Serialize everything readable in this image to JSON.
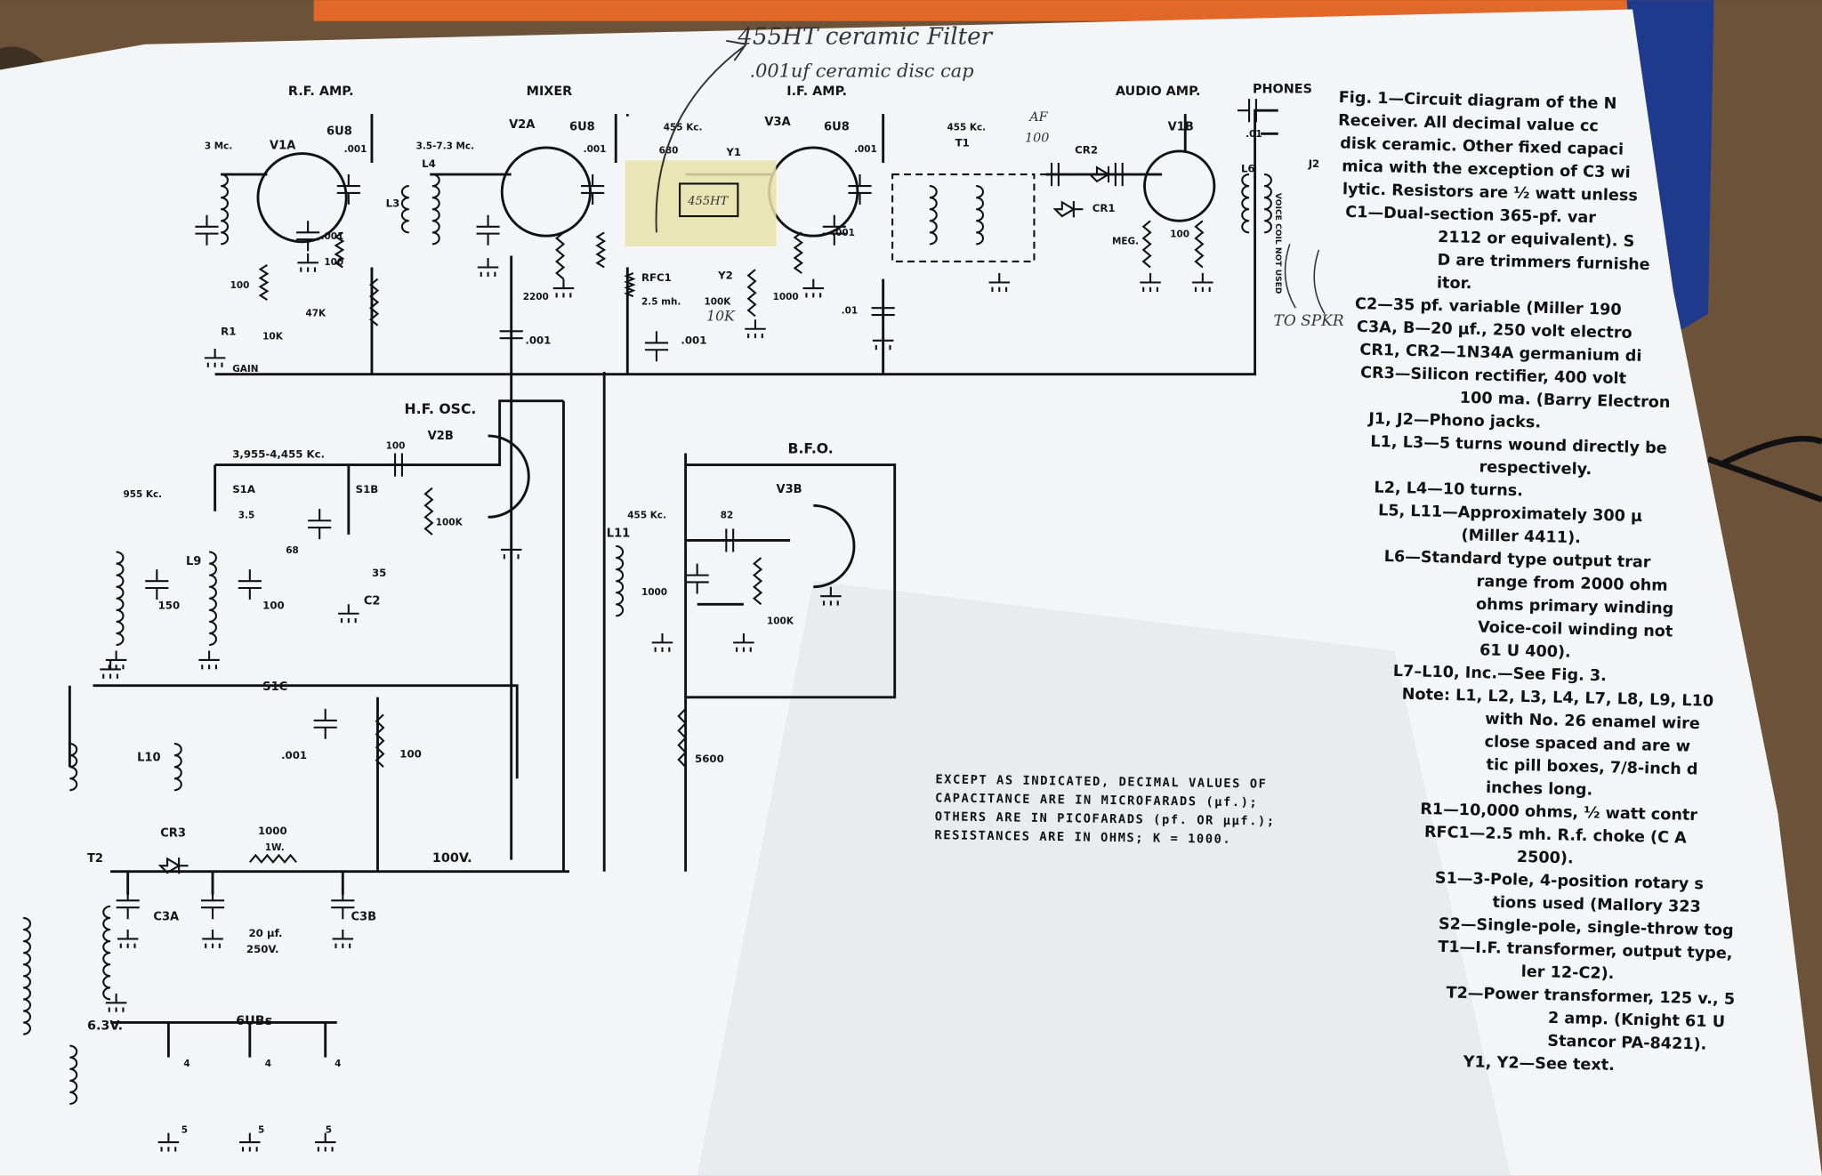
{
  "diagram": {
    "sections": {
      "rf_amp": "R.F. AMP.",
      "mixer": "MIXER",
      "if_amp": "I.F. AMP.",
      "audio_amp": "AUDIO AMP.",
      "phones": "PHONES",
      "hf_osc": "H.F. OSC.",
      "bfo": "B.F.O.",
      "heaters": "6UBs",
      "heater_voltage": "6.3V.",
      "b_plus": "100V."
    },
    "components": {
      "v1a": "V1A",
      "v2a": "V2A",
      "v3a": "V3A",
      "v1b": "V1B",
      "v2b": "V2B",
      "v3b": "V3B",
      "tube_type": "6U8",
      "freq_3mc": "3 Mc.",
      "freq_rf_range": "3.5-7.3 Mc.",
      "freq_if": "455 Kc.",
      "freq_osc": "3,955-4,455 Kc.",
      "freq_955": "955 Kc.",
      "cap_001": ".001",
      "cap_01": ".01",
      "r_100": "100",
      "r_10k": "10K",
      "r_47k": "47K",
      "r_100k": "100K",
      "r_2200": "2200",
      "r_1000": "1000",
      "r_5600": "5600",
      "r_meg": "MEG.",
      "gain": "GAIN",
      "r1": "R1",
      "rfc1": "RFC1",
      "rfc_value": "2.5 mh.",
      "cap_680": "680",
      "cap_100": "100",
      "cap_82": "82",
      "cap_68": "68",
      "cap_150": "150",
      "cap_35": "35",
      "c2": "C2",
      "s1a": "S1A",
      "s1b": "S1B",
      "s1c": "S1C",
      "pos_3_5": "3.5",
      "l9": "L9",
      "l10": "L10",
      "l11": "L11",
      "l3": "L3",
      "l4": "L4",
      "l6": "L6",
      "t1": "T1",
      "t2": "T2",
      "y1": "Y1",
      "y2": "Y2",
      "j2": "J2",
      "cr1": "CR1",
      "cr2": "CR2",
      "cr3": "CR3",
      "c3a": "C3A",
      "c3b": "C3B",
      "c3_value": "20 µf.",
      "c3_voltage": "250V.",
      "r_1000_1w": "1000",
      "r_1w": "1W.",
      "voice_coil": "VOICE COIL NOT USED",
      "pin_4": "4",
      "pin_5": "5"
    },
    "values_note": [
      "EXCEPT AS INDICATED, DECIMAL VALUES OF",
      "CAPACITANCE ARE IN MICROFARADS (µf.);",
      "OTHERS ARE IN PICOFARADS (pf. OR µµf.);",
      "RESISTANCES ARE IN OHMS; K = 1000."
    ]
  },
  "handwritten": {
    "filter_note": "455HT ceramic Filter",
    "cap_note": ".001uf ceramic disc cap",
    "filter_label": "455HT",
    "af_note": "AF",
    "af_value": "100",
    "resistor_note": "10K",
    "speaker_note": "TO SPKR"
  },
  "caption": [
    "Fig. 1—Circuit diagram of the N",
    "Receiver. All decimal value cc",
    "disk ceramic. Other fixed capaci",
    "mica with the exception of C3 wi",
    "lytic. Resistors are ½ watt unless",
    "C1—Dual-section 365-pf. var",
    "2112 or equivalent). S",
    "D are trimmers furnishe",
    "itor.",
    "C2—35 pf. variable (Miller 190",
    "C3A, B—20 µf., 250 volt electro",
    "CR1, CR2—1N34A germanium di",
    "CR3—Silicon rectifier, 400 volt",
    "100 ma. (Barry Electron",
    "J1, J2—Phono jacks.",
    "L1, L3—5 turns wound directly be",
    "respectively.",
    "L2, L4—10 turns.",
    "L5, L11—Approximately 300 µ",
    "(Miller 4411).",
    "L6—Standard type output trar",
    "range from 2000 ohm",
    "ohms primary winding",
    "Voice-coil winding not",
    "61 U 400).",
    "L7–L10, Inc.—See Fig. 3.",
    "Note: L1, L2, L3, L4, L7, L8, L9, L10",
    "with No. 26 enamel wire",
    "close spaced and are w",
    "tic pill boxes, 7/8-inch d",
    "inches long.",
    "R1—10,000 ohms, ½ watt contr",
    "RFC1—2.5 mh. R.f. choke (C A",
    "2500).",
    "S1—3-Pole, 4-position rotary s",
    "tions used (Mallory 323",
    "S2—Single-pole, single-throw tog",
    "T1—I.F. transformer, output type,",
    "ler 12-C2).",
    "T2—Power transformer, 125 v., 5",
    "2 amp. (Knight 61 U",
    "Stancor PA-8421).",
    "Y1, Y2—See text."
  ],
  "colors": {
    "paper": "#f4f5f7",
    "wood": "#6b5238",
    "folder": "#e2682a",
    "notebook": "#1f3a8c",
    "tape": "#e6e2a8"
  }
}
